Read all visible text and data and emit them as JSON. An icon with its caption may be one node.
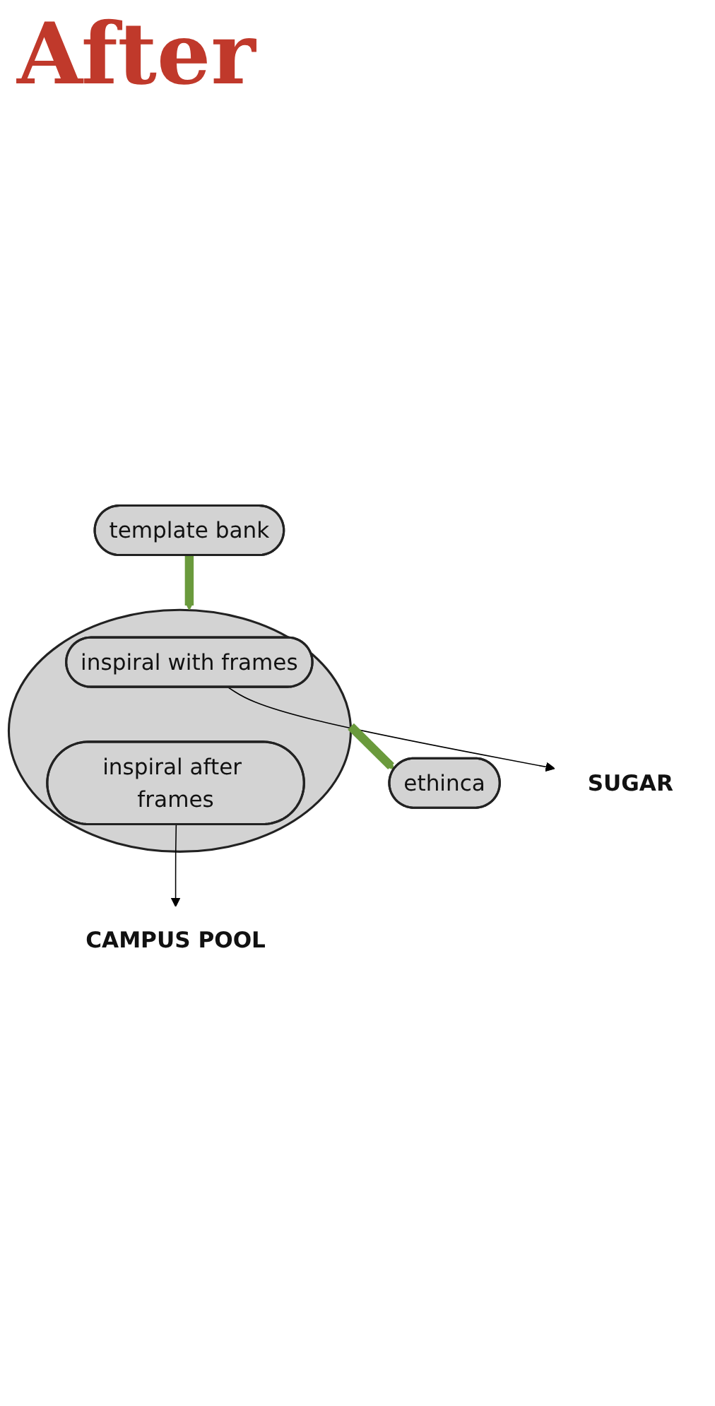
{
  "diagram": {
    "title": "After",
    "nodes": [
      {
        "text": [
          "template bank"
        ]
      },
      {
        "text": [],
        "shape": "circle"
      },
      {
        "text": [
          "inspiral with frames"
        ],
        "in": 1
      },
      {
        "text": [
          "inspiral after frames"
        ],
        "in": 1
      },
      {
        "text": [
          "ethinca"
        ]
      },
      {
        "text": [
          "SUGAR"
        ]
      },
      {
        "text": [
          "CAMPUS POOL"
        ]
      }
    ],
    "edges": [
      {
        "from": 0,
        "to": 1,
        "arrow": "to",
        "style": "thick",
        "color": "#6a9a3c"
      },
      {
        "from": 1,
        "to": 4,
        "arrow": "to",
        "style": "thick",
        "color": "#6a9a3c"
      },
      {
        "from": 2,
        "to": 5,
        "arrow": "to",
        "color": "#000000"
      },
      {
        "from": 3,
        "to": 6,
        "arrow": "to",
        "color": "#000000"
      }
    ]
  }
}
